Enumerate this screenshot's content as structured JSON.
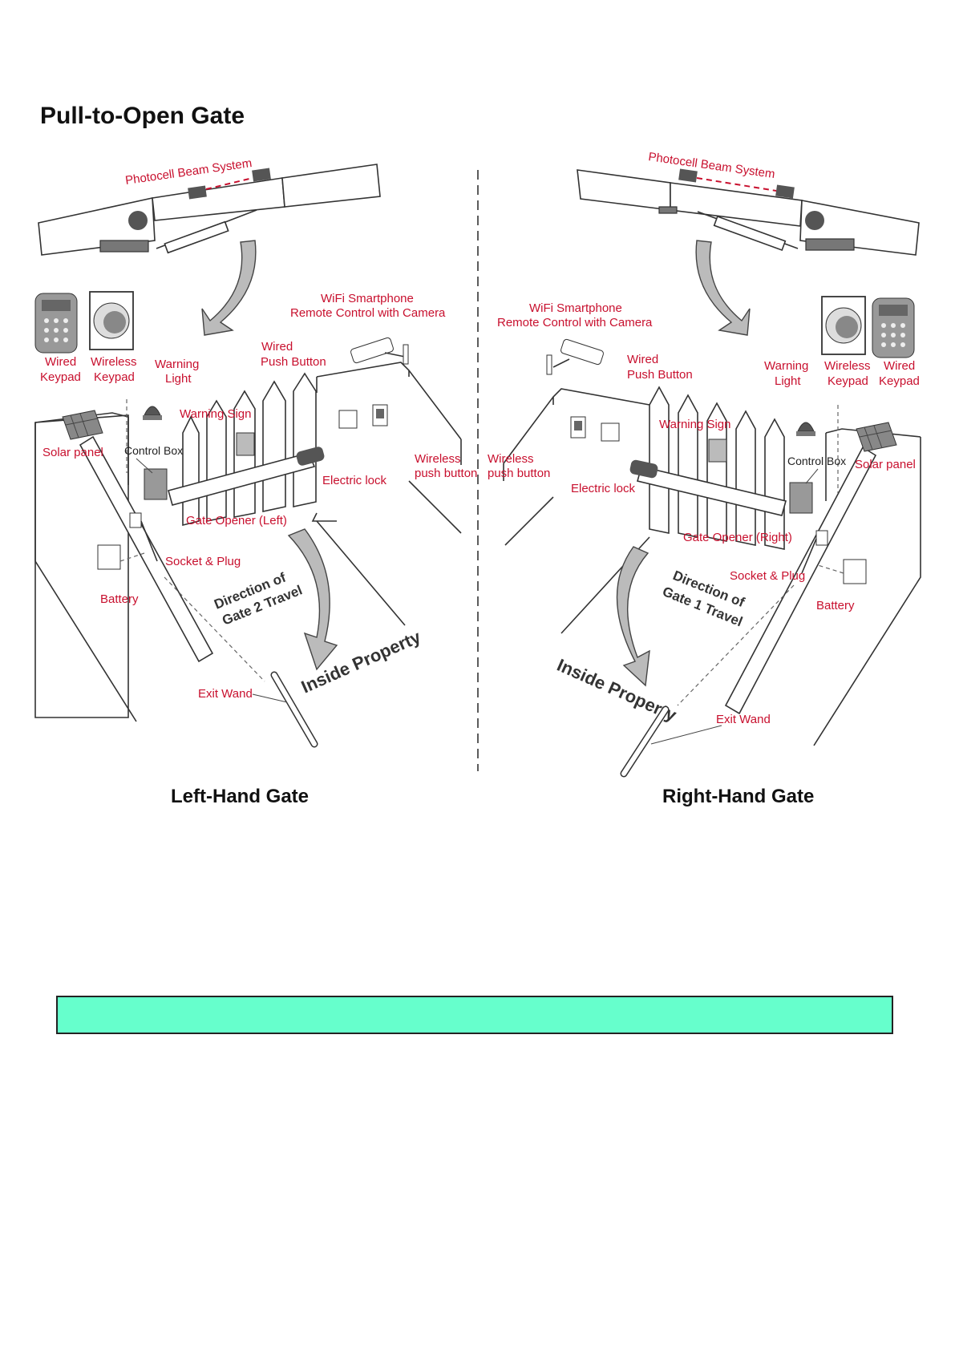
{
  "title": "Pull-to-Open Gate",
  "left": {
    "caption": "Left-Hand Gate",
    "photocell": "Photocell Beam System",
    "wifi_line1": "WiFi Smartphone",
    "wifi_line2": "Remote Control with Camera",
    "wired_keypad_1": "Wired",
    "wired_keypad_2": "Keypad",
    "wireless_keypad_1": "Wireless",
    "wireless_keypad_2": "Keypad",
    "warning_light_1": "Warning",
    "warning_light_2": "Light",
    "wired_push_1": "Wired",
    "wired_push_2": "Push Button",
    "warning_sign": "Warning Sign",
    "solar_panel": "Solar panel",
    "control_box": "Control Box",
    "wireless_push_1": "Wireless",
    "wireless_push_2": "push button",
    "electric_lock": "Electric lock",
    "gate_opener": "Gate Opener (Left)",
    "socket_plug": "Socket & Plug",
    "battery": "Battery",
    "direction_1": "Direction of",
    "direction_2": "Gate 2 Travel",
    "inside": "Inside Property",
    "exit_wand": "Exit Wand"
  },
  "right": {
    "caption": "Right-Hand Gate",
    "photocell": "Photocell Beam System",
    "wifi_line1": "WiFi Smartphone",
    "wifi_line2": "Remote Control with Camera",
    "wired_keypad_1": "Wired",
    "wired_keypad_2": "Keypad",
    "wireless_keypad_1": "Wireless",
    "wireless_keypad_2": "Keypad",
    "warning_light_1": "Warning",
    "warning_light_2": "Light",
    "wired_push_1": "Wired",
    "wired_push_2": "Push Button",
    "warning_sign": "Warning Sign",
    "solar_panel": "Solar panel",
    "control_box": "Control Box",
    "wireless_push_1": "Wireless",
    "wireless_push_2": "push button",
    "electric_lock": "Electric lock",
    "gate_opener": "Gate Opener (Right)",
    "socket_plug": "Socket & Plug",
    "battery": "Battery",
    "direction_1": "Direction of",
    "direction_2": "Gate 1 Travel",
    "inside": "Inside Property",
    "exit_wand": "Exit Wand"
  },
  "colors": {
    "label": "#c8102e",
    "banner": "#66ffcc"
  }
}
